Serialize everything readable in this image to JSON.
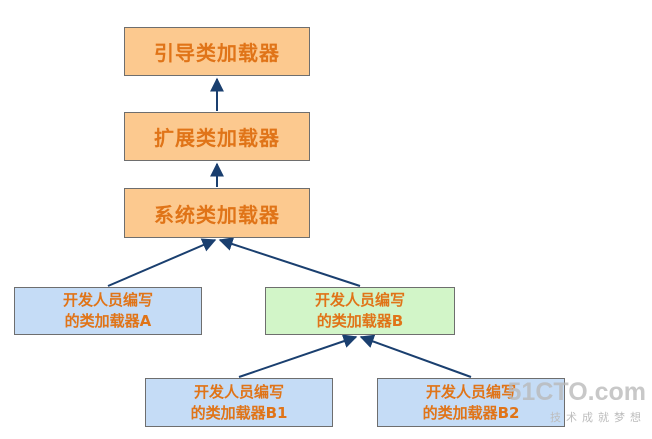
{
  "diagram": {
    "nodes": [
      {
        "id": "boot",
        "label": "引导类加载器"
      },
      {
        "id": "ext",
        "label": "扩展类加载器"
      },
      {
        "id": "sys",
        "label": "系统类加载器"
      },
      {
        "id": "a",
        "label": "开发人员编写\n的类加载器A"
      },
      {
        "id": "b",
        "label": "开发人员编写\n的类加载器B"
      },
      {
        "id": "b1",
        "label": "开发人员编写\n的类加载器B1"
      },
      {
        "id": "b2",
        "label": "开发人员编写\n的类加载器B2"
      }
    ],
    "edges": [
      {
        "from": "ext",
        "to": "boot"
      },
      {
        "from": "sys",
        "to": "ext"
      },
      {
        "from": "a",
        "to": "sys"
      },
      {
        "from": "b",
        "to": "sys"
      },
      {
        "from": "b1",
        "to": "b"
      },
      {
        "from": "b2",
        "to": "b"
      }
    ],
    "colors": {
      "top_node_fill": "#fcc98f",
      "developer_node_fill": "#c5dcf6",
      "highlight_node_fill": "#d2f5c8",
      "label_text": "#e07418",
      "arrow": "#1a3f6f"
    }
  },
  "watermark": {
    "logo": "51CTO.com",
    "tagline": "技术成就梦想"
  }
}
